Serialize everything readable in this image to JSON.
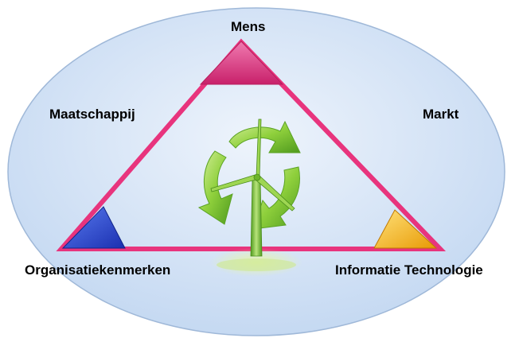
{
  "diagram": {
    "labels": {
      "top": "Mens",
      "left": "Maatschappij",
      "right": "Markt",
      "bottom_left": "Organisatiekenmerken",
      "bottom_right": "Informatie Technologie"
    },
    "colors": {
      "ellipse_fill": "#cfe0f6",
      "ellipse_stroke": "#9fb8d8",
      "triangle_stroke": "#e8347d",
      "corner_top": "#e0448c",
      "corner_left": "#2448d8",
      "corner_right": "#f7b417",
      "recycle_arrows": "#8ccd3a",
      "turbine": "#6db52b"
    },
    "icons": [
      "recycle-arrows-icon",
      "wind-turbine-icon"
    ]
  }
}
